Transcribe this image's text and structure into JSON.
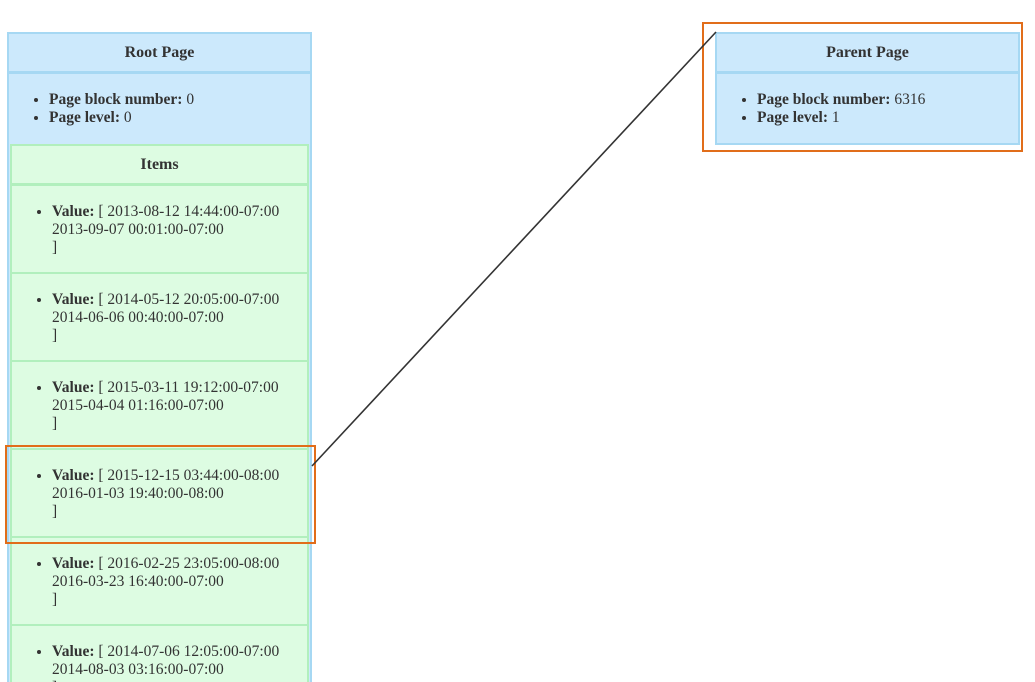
{
  "root_page": {
    "title": "Root Page",
    "block_number_label": "Page block number:",
    "block_number": "0",
    "level_label": "Page level:",
    "level": "0",
    "items_header": "Items",
    "items": [
      {
        "label": "Value:",
        "line1": "[ 2013-08-12 14:44:00-07:00",
        "line2": "2013-09-07 00:01:00-07:00",
        "line3": "]"
      },
      {
        "label": "Value:",
        "line1": "[ 2014-05-12 20:05:00-07:00",
        "line2": "2014-06-06 00:40:00-07:00",
        "line3": "]"
      },
      {
        "label": "Value:",
        "line1": "[ 2015-03-11 19:12:00-07:00",
        "line2": "2015-04-04 01:16:00-07:00",
        "line3": "]"
      },
      {
        "label": "Value:",
        "line1": "[ 2015-12-15 03:44:00-08:00",
        "line2": "2016-01-03 19:40:00-08:00",
        "line3": "]"
      },
      {
        "label": "Value:",
        "line1": "[ 2016-02-25 23:05:00-08:00",
        "line2": "2016-03-23 16:40:00-07:00",
        "line3": "]"
      },
      {
        "label": "Value:",
        "line1": "[ 2014-07-06 12:05:00-07:00",
        "line2": "2014-08-03 03:16:00-07:00",
        "line3": "]"
      }
    ]
  },
  "parent_page": {
    "title": "Parent Page",
    "block_number_label": "Page block number:",
    "block_number": "6316",
    "level_label": "Page level:",
    "level": "1"
  },
  "colors": {
    "page_bg": "#cce9fc",
    "page_border": "#a6d8f3",
    "item_bg": "#ddfce2",
    "item_border": "#b1efbd",
    "highlight": "#e16d1a",
    "connector": "#333333"
  }
}
